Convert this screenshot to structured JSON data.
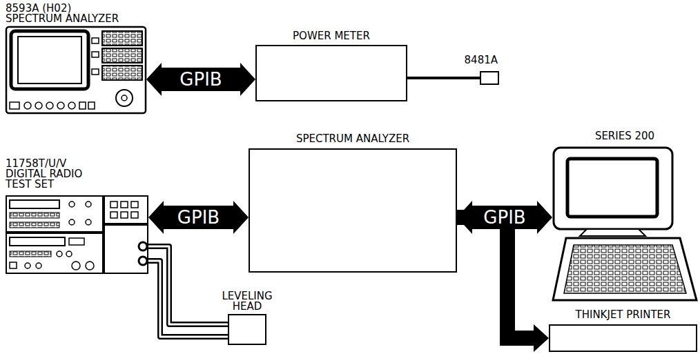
{
  "diagram": {
    "nodes": [
      {
        "text": [
          "8593A (H02) SPECTRUM ANALYZER"
        ]
      },
      {
        "text": [
          "POWER METER"
        ]
      },
      {
        "text": [
          "8481A"
        ]
      },
      {
        "text": [
          "11758T/U/V DIGITAL RADIO TEST SET"
        ]
      },
      {
        "text": [
          "SPECTRUM ANALYZER"
        ]
      },
      {
        "text": [
          "SERIES 200"
        ]
      },
      {
        "text": [
          "LEVELING HEAD"
        ]
      },
      {
        "text": [
          "THINKJET PRINTER"
        ]
      }
    ],
    "edges": [
      {
        "from": 0,
        "to": 1,
        "arrow": "both",
        "label": "GPIB"
      },
      {
        "from": 1,
        "to": 2,
        "arrow": "none"
      },
      {
        "from": 3,
        "to": 4,
        "arrow": "both",
        "label": "GPIB"
      },
      {
        "from": 4,
        "to": 5,
        "arrow": "both",
        "label": "GPIB"
      },
      {
        "from": 4,
        "to": 7,
        "arrow": "to"
      },
      {
        "from": 3,
        "to": 6,
        "arrow": "none"
      },
      {
        "from": 3,
        "to": 6,
        "arrow": "none"
      }
    ]
  }
}
